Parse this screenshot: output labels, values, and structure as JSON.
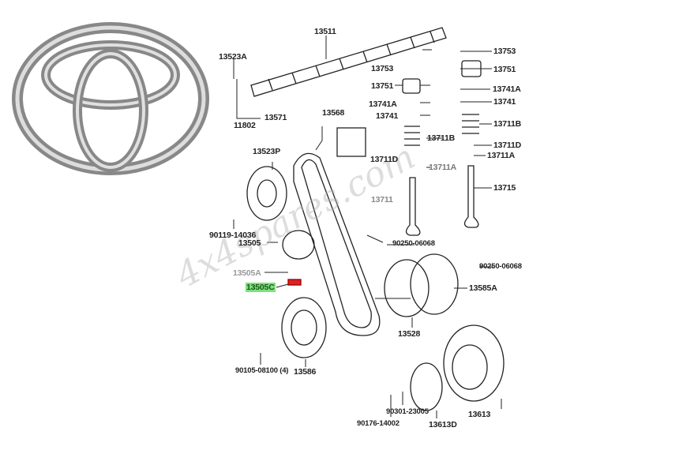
{
  "logo": {
    "brand": "Toyota",
    "colors": {
      "chrome": "#b8b8b8",
      "dark": "#555555"
    }
  },
  "watermark": "4x4spares.com",
  "parts": {
    "p13511": "13511",
    "p13523A": "13523A",
    "p11802": "11802",
    "p13571": "13571",
    "p13568": "13568",
    "p13523P": "13523P",
    "p90119": "90119-14036",
    "p13505": "13505",
    "p13505A": "13505A",
    "p13505C": "13505C",
    "p13586": "13586",
    "p90105": "90105-08100 (4)",
    "p13753a": "13753",
    "p13751a": "13751",
    "p13741Aa": "13741A",
    "p13741a": "13741",
    "p13711Ba": "13711B",
    "p13711Da": "13711D",
    "p13711Aa": "13711A",
    "p13711": "13711",
    "p13753b": "13753",
    "p13751b": "13751",
    "p13741Ab": "13741A",
    "p13741b": "13741",
    "p13711Bb": "13711B",
    "p13711Db": "13711D",
    "p13711Ab": "13711A",
    "p13715": "13715",
    "p90250a": "90250-06068",
    "p90250b": "90250-06068",
    "p13585A": "13585A",
    "p13528": "13528",
    "p13613": "13613",
    "p13613D": "13613D",
    "p90301": "90301-23005",
    "p90176": "90176-14002"
  },
  "highlight_color": "#7ee07e"
}
